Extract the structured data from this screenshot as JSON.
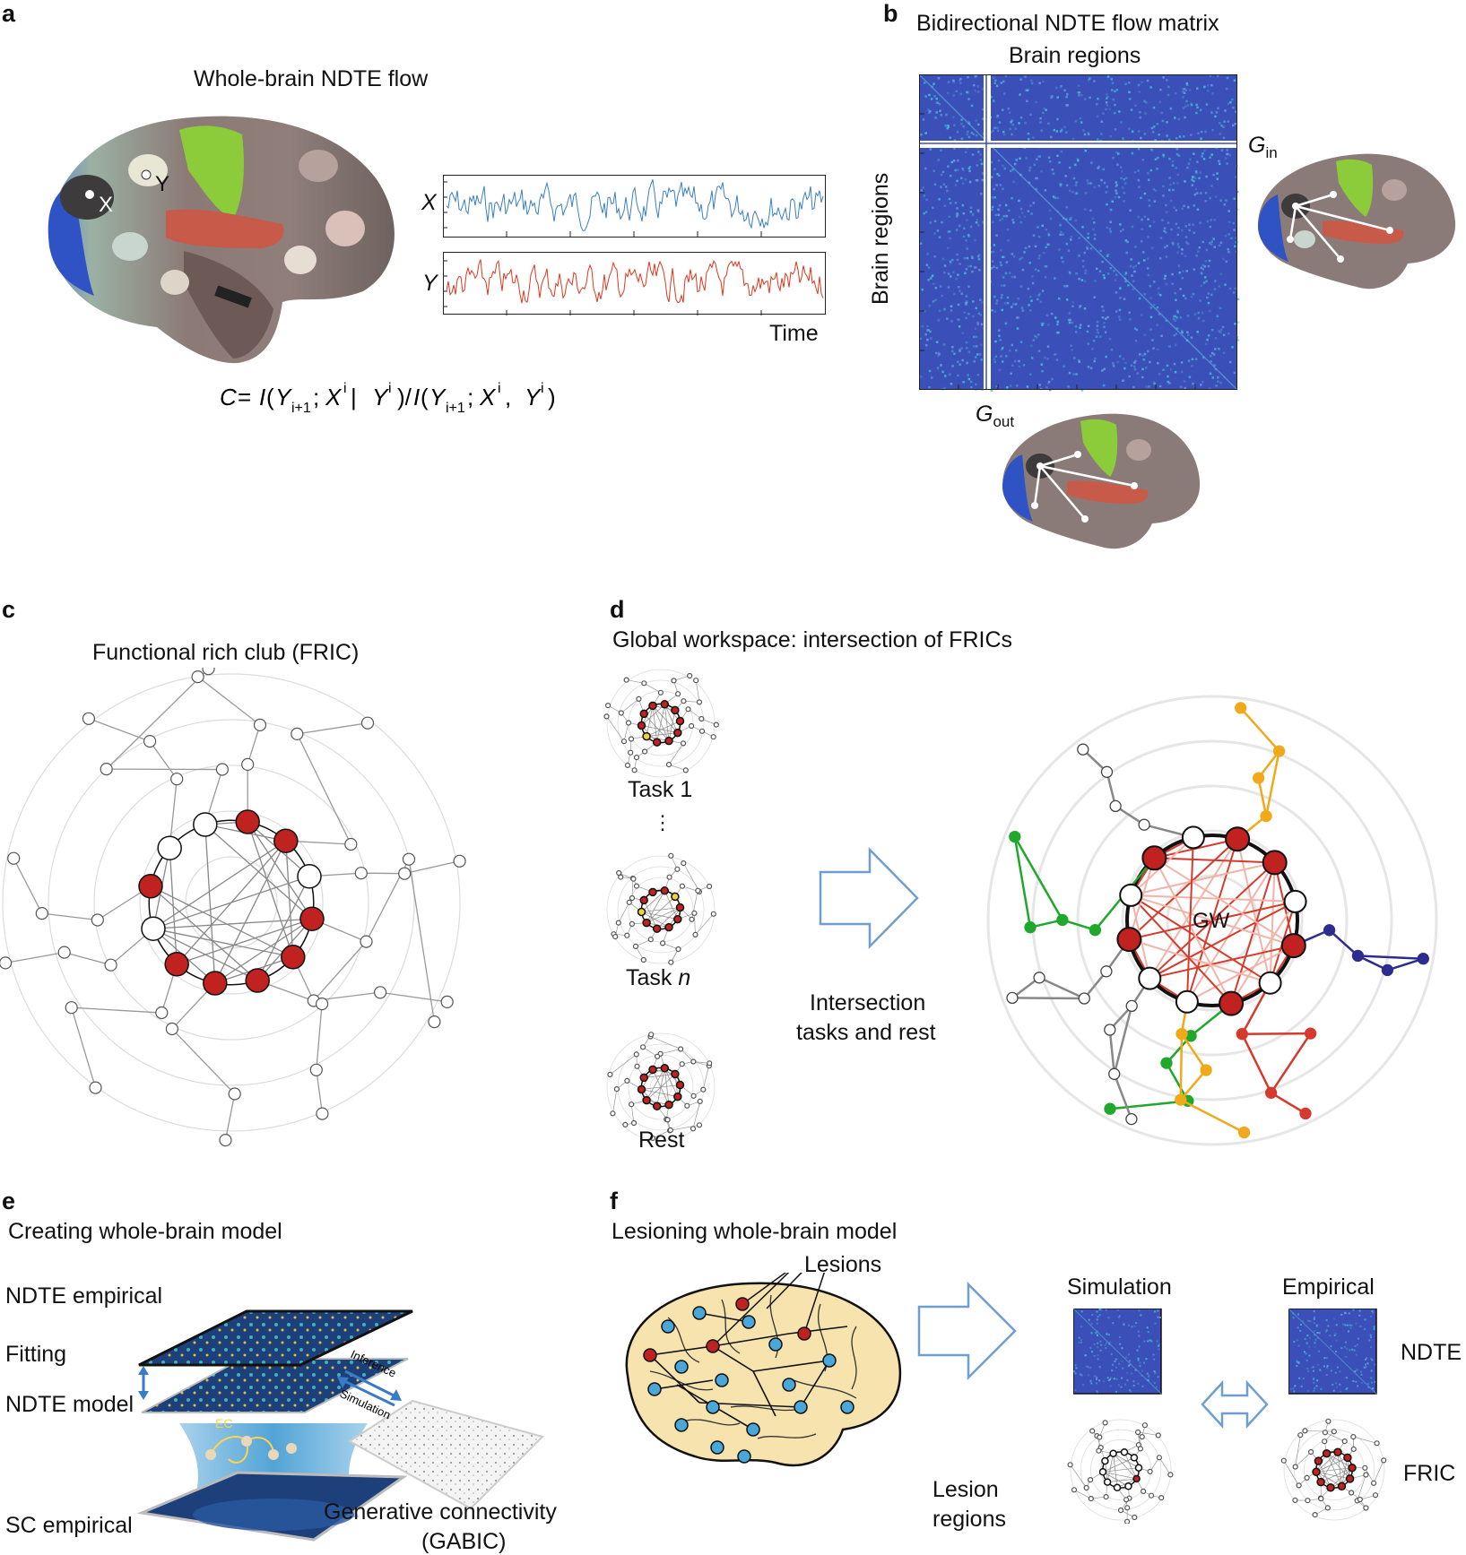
{
  "panels": {
    "a": {
      "label": "a",
      "title": "Whole-brain NDTE flow",
      "node_x": "X",
      "node_y": "Y",
      "trace_x_label": "X",
      "trace_y_label": "Y",
      "time_label": "Time",
      "formula": "C = I(Y_{i+1}; X^i | Y^i)/I(Y_{i+1}; X^i , Y^i)"
    },
    "b": {
      "label": "b",
      "title": "Bidirectional NDTE flow matrix",
      "col_label": "Brain regions",
      "row_label": "Brain regions",
      "g_in": "G",
      "g_in_sub": "in",
      "g_out": "G",
      "g_out_sub": "out"
    },
    "c": {
      "label": "c",
      "title": "Functional rich club (FRIC)"
    },
    "d": {
      "label": "d",
      "title": "Global workspace: intersection of FRICs",
      "task1": "Task 1",
      "ellipsis": "⋮",
      "taskn": "Task",
      "taskn_italic": "n",
      "rest": "Rest",
      "arrow_line1": "Intersection",
      "arrow_line2": "tasks and rest",
      "gw": "GW"
    },
    "e": {
      "label": "e",
      "title": "Creating whole-brain model",
      "ndte_empirical": "NDTE empirical",
      "fitting": "Fitting",
      "ndte_model": "NDTE model",
      "sc_empirical": "SC empirical",
      "ec": "EC",
      "inference": "Inference",
      "simulation": "Simulation",
      "gen_line1": "Generative connectivity",
      "gen_line2": "(GABIC)"
    },
    "f": {
      "label": "f",
      "title": "Lesioning whole-brain model",
      "lesions": "Lesions",
      "simulation": "Simulation",
      "empirical": "Empirical",
      "ndte": "NDTE",
      "fric": "FRIC",
      "lesion_line1": "Lesion",
      "lesion_line2": "regions"
    }
  },
  "colors": {
    "matrix_bg": "#3a4fb8",
    "matrix_hot": "#42c4d8",
    "rich_club_node": "#c0221f",
    "trace_x": "#3b7fc4",
    "trace_y": "#e0371e",
    "arrow_outline": "#6f9fd0",
    "green_module": "#1fa82c",
    "orange_module": "#f0a91b",
    "blue_module": "#2e2c8f",
    "brain_fill": "#f6e3ad",
    "brain_node_blue": "#4aa7d9"
  }
}
